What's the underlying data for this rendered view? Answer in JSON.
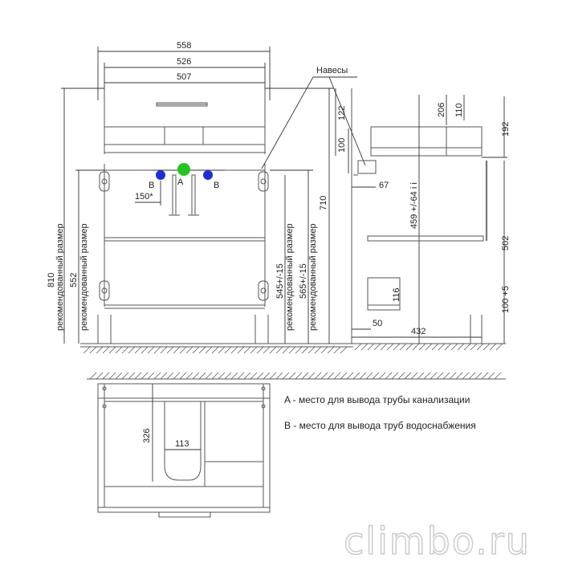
{
  "dims": {
    "w558": "558",
    "w526": "526",
    "w507": "507",
    "h810": "810",
    "h552": "552",
    "h710": "710",
    "h545": "545+/-15",
    "h565": "565+/-15",
    "rec1": "рекомендованный размер",
    "rec2": "рекомендованный размер",
    "rec3": "рекомендованный размер",
    "rec4": "рекомендованный размер",
    "d150": "150*",
    "d122": "122",
    "d100": "100",
    "d67": "67",
    "d206": "206",
    "d110": "110",
    "d192": "192",
    "d459": "459 +/-64 i i",
    "d502": "502",
    "d116": "116",
    "d100b": "100 +5",
    "d50": "50",
    "d432": "432",
    "d326": "326",
    "d113": "113"
  },
  "labels": {
    "naves": "Навесы",
    "pointA": "A",
    "pointB1": "B",
    "pointB2": "B"
  },
  "legend": {
    "a": "A - место для вывода трубы канализации",
    "b": "B - место для вывода труб водоснабжения"
  },
  "watermark": "climbo.ru",
  "colors": {
    "pointA": "#22c322",
    "pointB": "#1f2fd6"
  }
}
